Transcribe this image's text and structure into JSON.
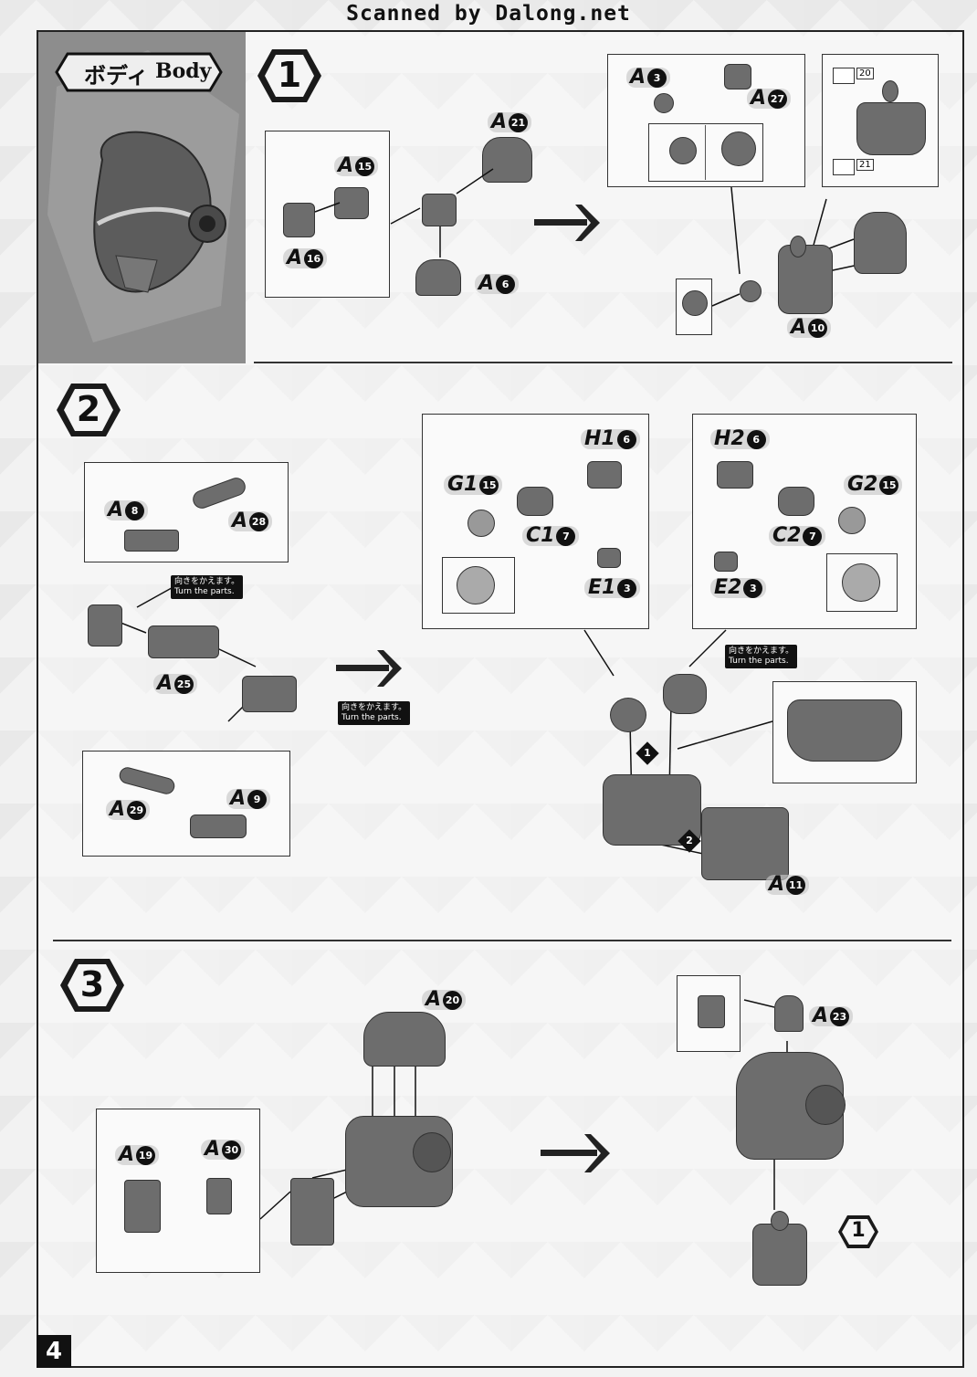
{
  "scan_credit": "Scanned by Dalong.net",
  "section": {
    "title_jp": "ボディ",
    "title_en": "Body"
  },
  "steps": [
    "1",
    "2",
    "3"
  ],
  "step1": {
    "labels": [
      {
        "id": "a15",
        "letter": "A",
        "num": "15"
      },
      {
        "id": "a16",
        "letter": "A",
        "num": "16"
      },
      {
        "id": "a21",
        "letter": "A",
        "num": "21"
      },
      {
        "id": "a6",
        "letter": "A",
        "num": "6"
      },
      {
        "id": "a3",
        "letter": "A",
        "num": "3"
      },
      {
        "id": "a27",
        "letter": "A",
        "num": "27"
      },
      {
        "id": "a10",
        "letter": "A",
        "num": "10"
      }
    ],
    "sticker_nums": [
      "20",
      "21"
    ]
  },
  "step2": {
    "labels": [
      {
        "id": "a8",
        "letter": "A",
        "num": "8"
      },
      {
        "id": "a28",
        "letter": "A",
        "num": "28"
      },
      {
        "id": "a25",
        "letter": "A",
        "num": "25"
      },
      {
        "id": "a29",
        "letter": "A",
        "num": "29"
      },
      {
        "id": "a9",
        "letter": "A",
        "num": "9"
      },
      {
        "id": "h16",
        "letter": "H1",
        "num": "6"
      },
      {
        "id": "g115",
        "letter": "G1",
        "num": "15"
      },
      {
        "id": "c17",
        "letter": "C1",
        "num": "7"
      },
      {
        "id": "e13",
        "letter": "E1",
        "num": "3"
      },
      {
        "id": "h26",
        "letter": "H2",
        "num": "6"
      },
      {
        "id": "g215",
        "letter": "G2",
        "num": "15"
      },
      {
        "id": "c27",
        "letter": "C2",
        "num": "7"
      },
      {
        "id": "e23",
        "letter": "E2",
        "num": "3"
      },
      {
        "id": "a11",
        "letter": "A",
        "num": "11"
      }
    ],
    "notes": {
      "jp": "向きをかえます。",
      "en": "Turn the parts."
    },
    "order_marks": [
      "1",
      "2"
    ]
  },
  "step3": {
    "labels": [
      {
        "id": "a20",
        "letter": "A",
        "num": "20"
      },
      {
        "id": "a19",
        "letter": "A",
        "num": "19"
      },
      {
        "id": "a30",
        "letter": "A",
        "num": "30"
      },
      {
        "id": "a23",
        "letter": "A",
        "num": "23"
      }
    ],
    "ref_step": "1"
  },
  "page_number": "4",
  "colors": {
    "part": "#6d6d6d",
    "badge": "#1a1a1a",
    "background": "#f2f2f2"
  }
}
